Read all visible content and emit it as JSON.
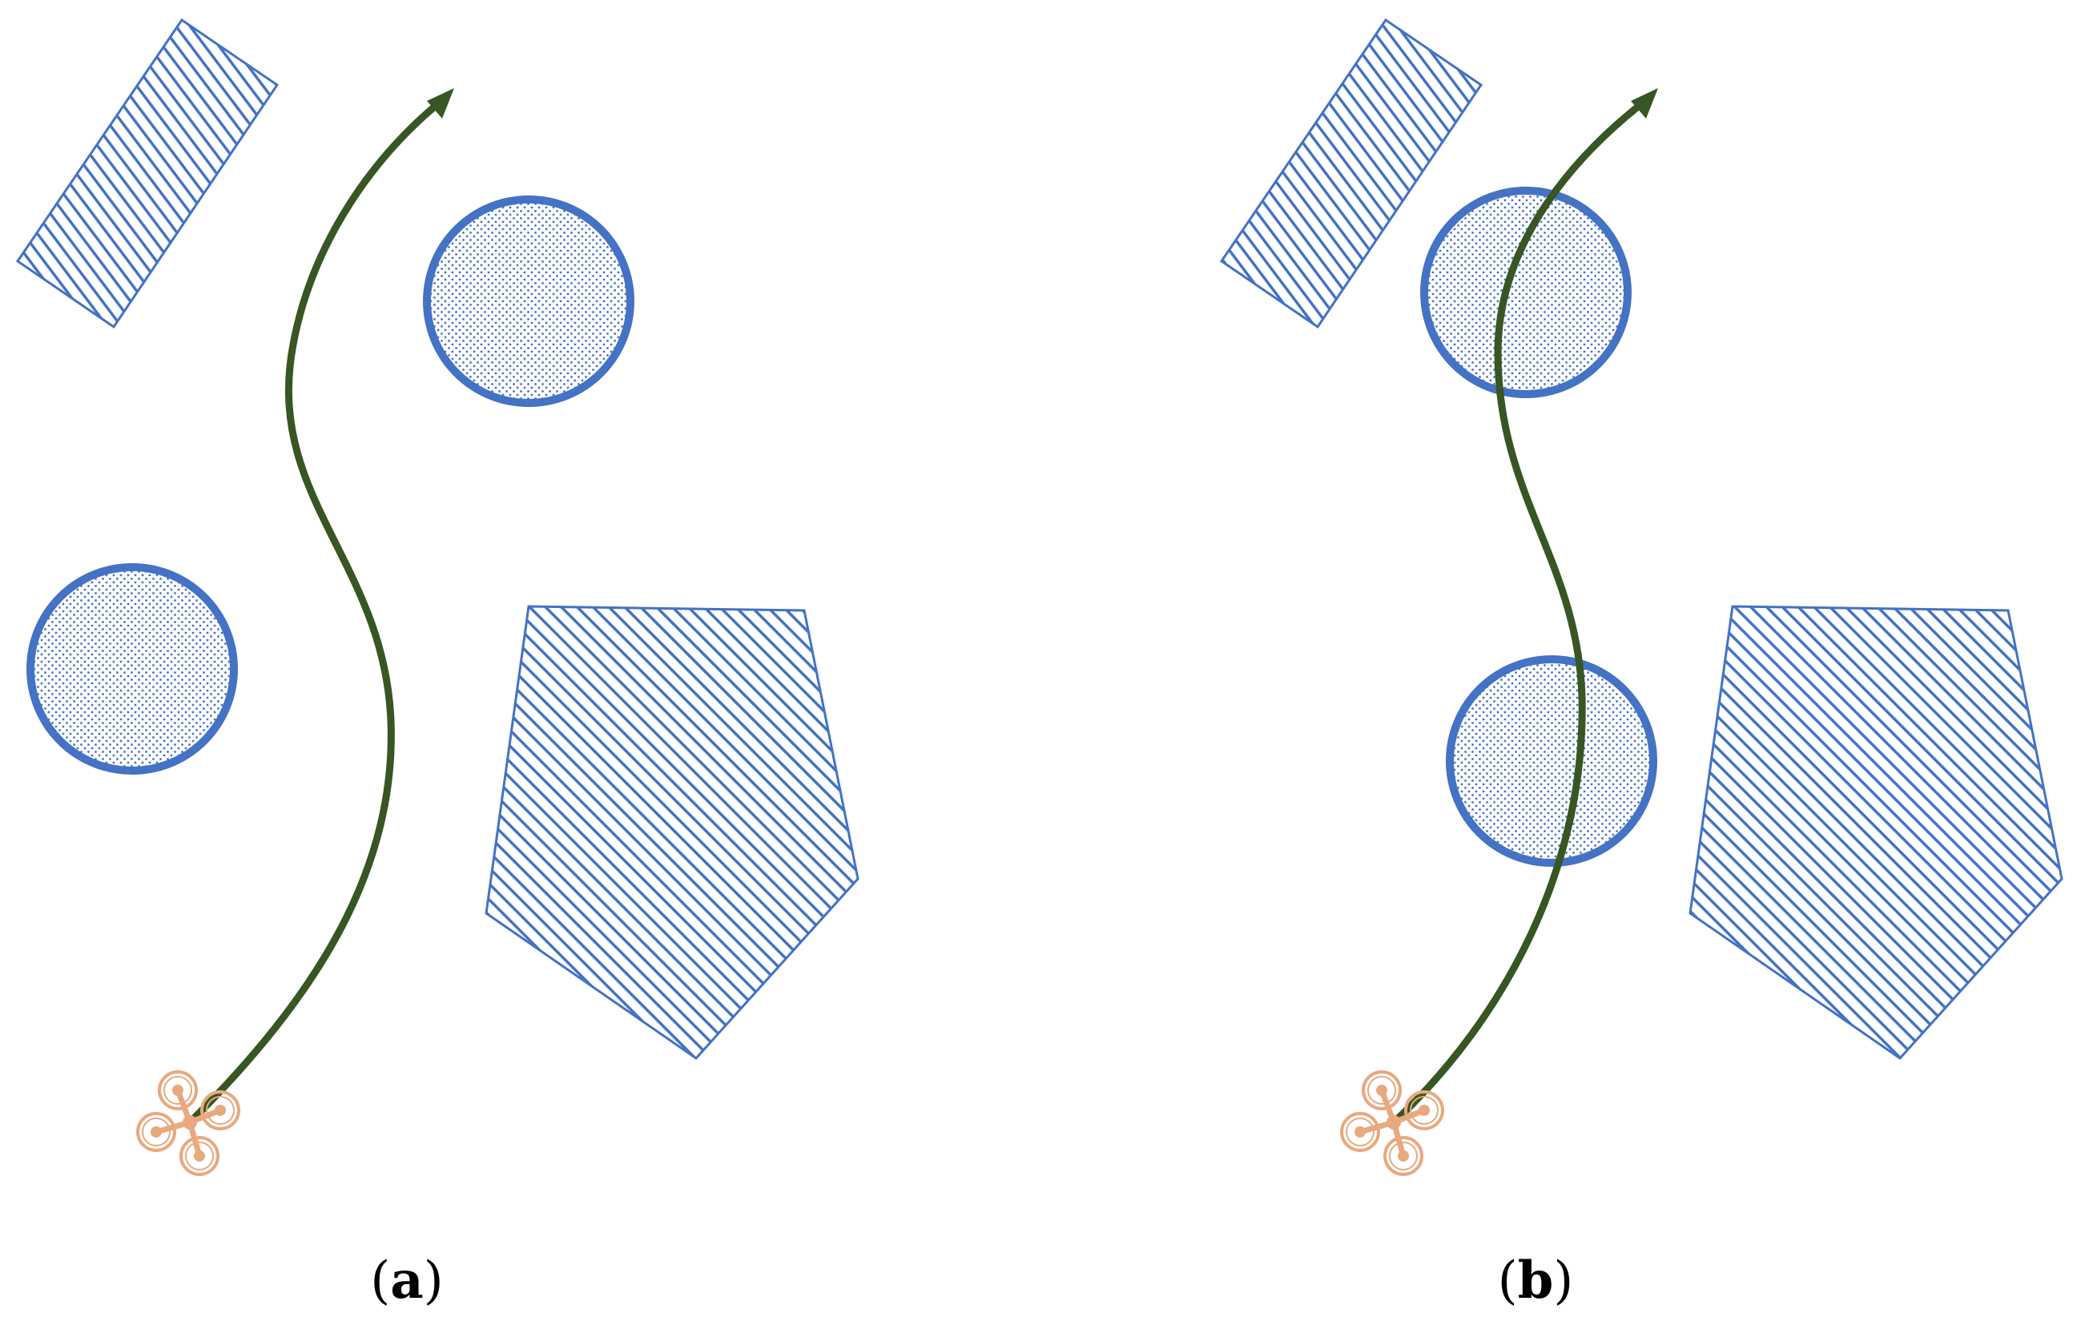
{
  "panels": [
    {
      "id": "a",
      "caption_open": "(",
      "caption_letter": "a",
      "caption_close": ")"
    },
    {
      "id": "b",
      "caption_open": "(",
      "caption_letter": "b",
      "caption_close": ")"
    }
  ],
  "colors": {
    "obstacle_stroke": "#4472C4",
    "dot_fill": "#4472C4",
    "path": "#375623",
    "drone": "#E8A97E",
    "background": "#FFFFFF"
  },
  "icons": {
    "drone": "quadcopter-icon",
    "path_head": "arrowhead"
  }
}
